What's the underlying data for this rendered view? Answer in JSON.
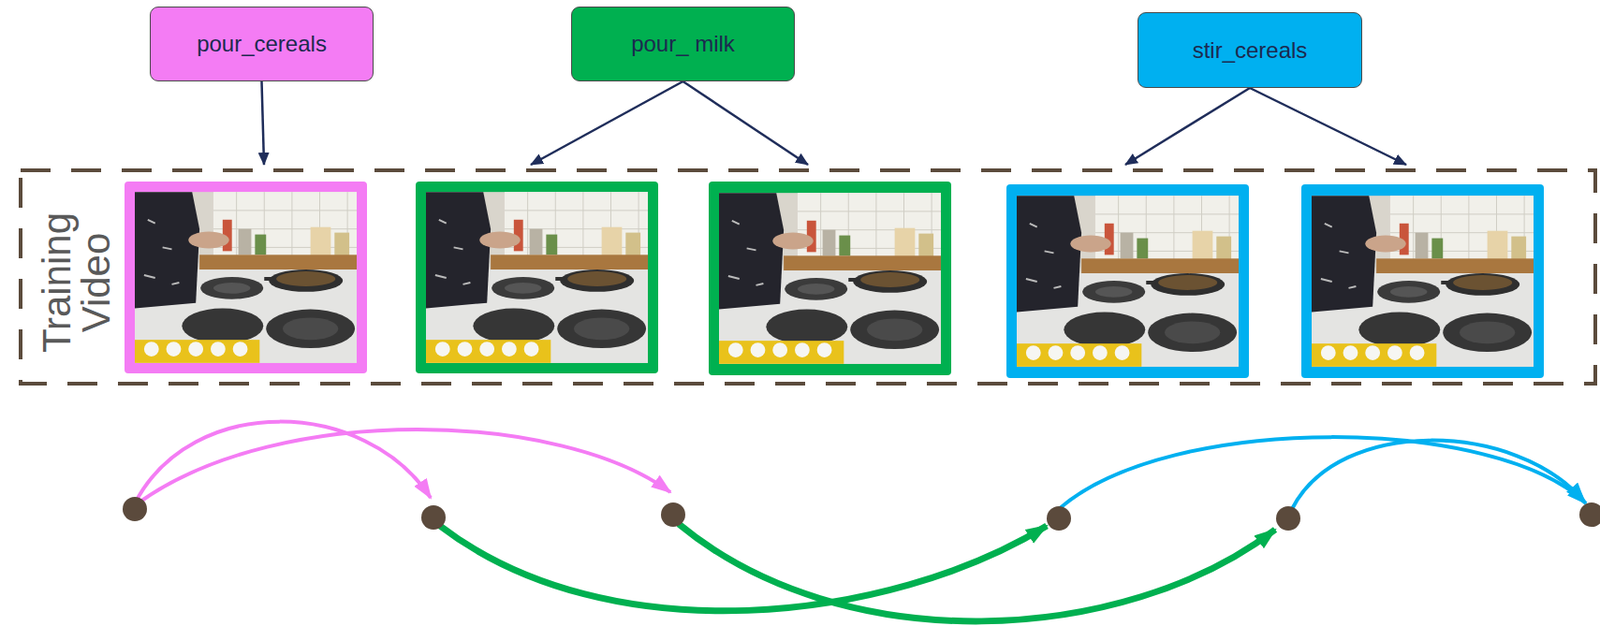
{
  "diagram": {
    "nodes": [
      {
        "text": [
          "pour_cereals"
        ]
      },
      {
        "text": [
          "pour_ milk"
        ]
      },
      {
        "text": [
          "stir_cereals"
        ]
      },
      {
        "text": [
          "Training Video"
        ]
      }
    ],
    "edges": [
      {
        "from": 0,
        "to": 3,
        "arrow": "to"
      },
      {
        "from": 1,
        "to": 3,
        "arrow": "to"
      },
      {
        "from": 1,
        "to": 3,
        "arrow": "to"
      },
      {
        "from": 2,
        "to": 3,
        "arrow": "to"
      },
      {
        "from": 2,
        "to": 3,
        "arrow": "to"
      }
    ]
  }
}
